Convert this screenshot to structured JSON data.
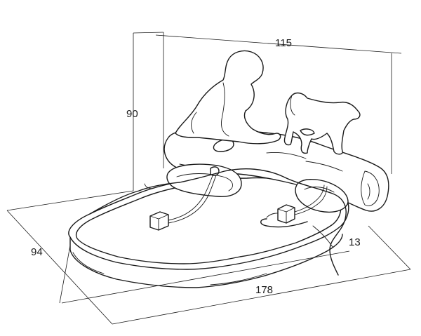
{
  "dimensions": {
    "width": "115",
    "height": "90",
    "depth": "94",
    "length": "178",
    "detail": "13"
  }
}
